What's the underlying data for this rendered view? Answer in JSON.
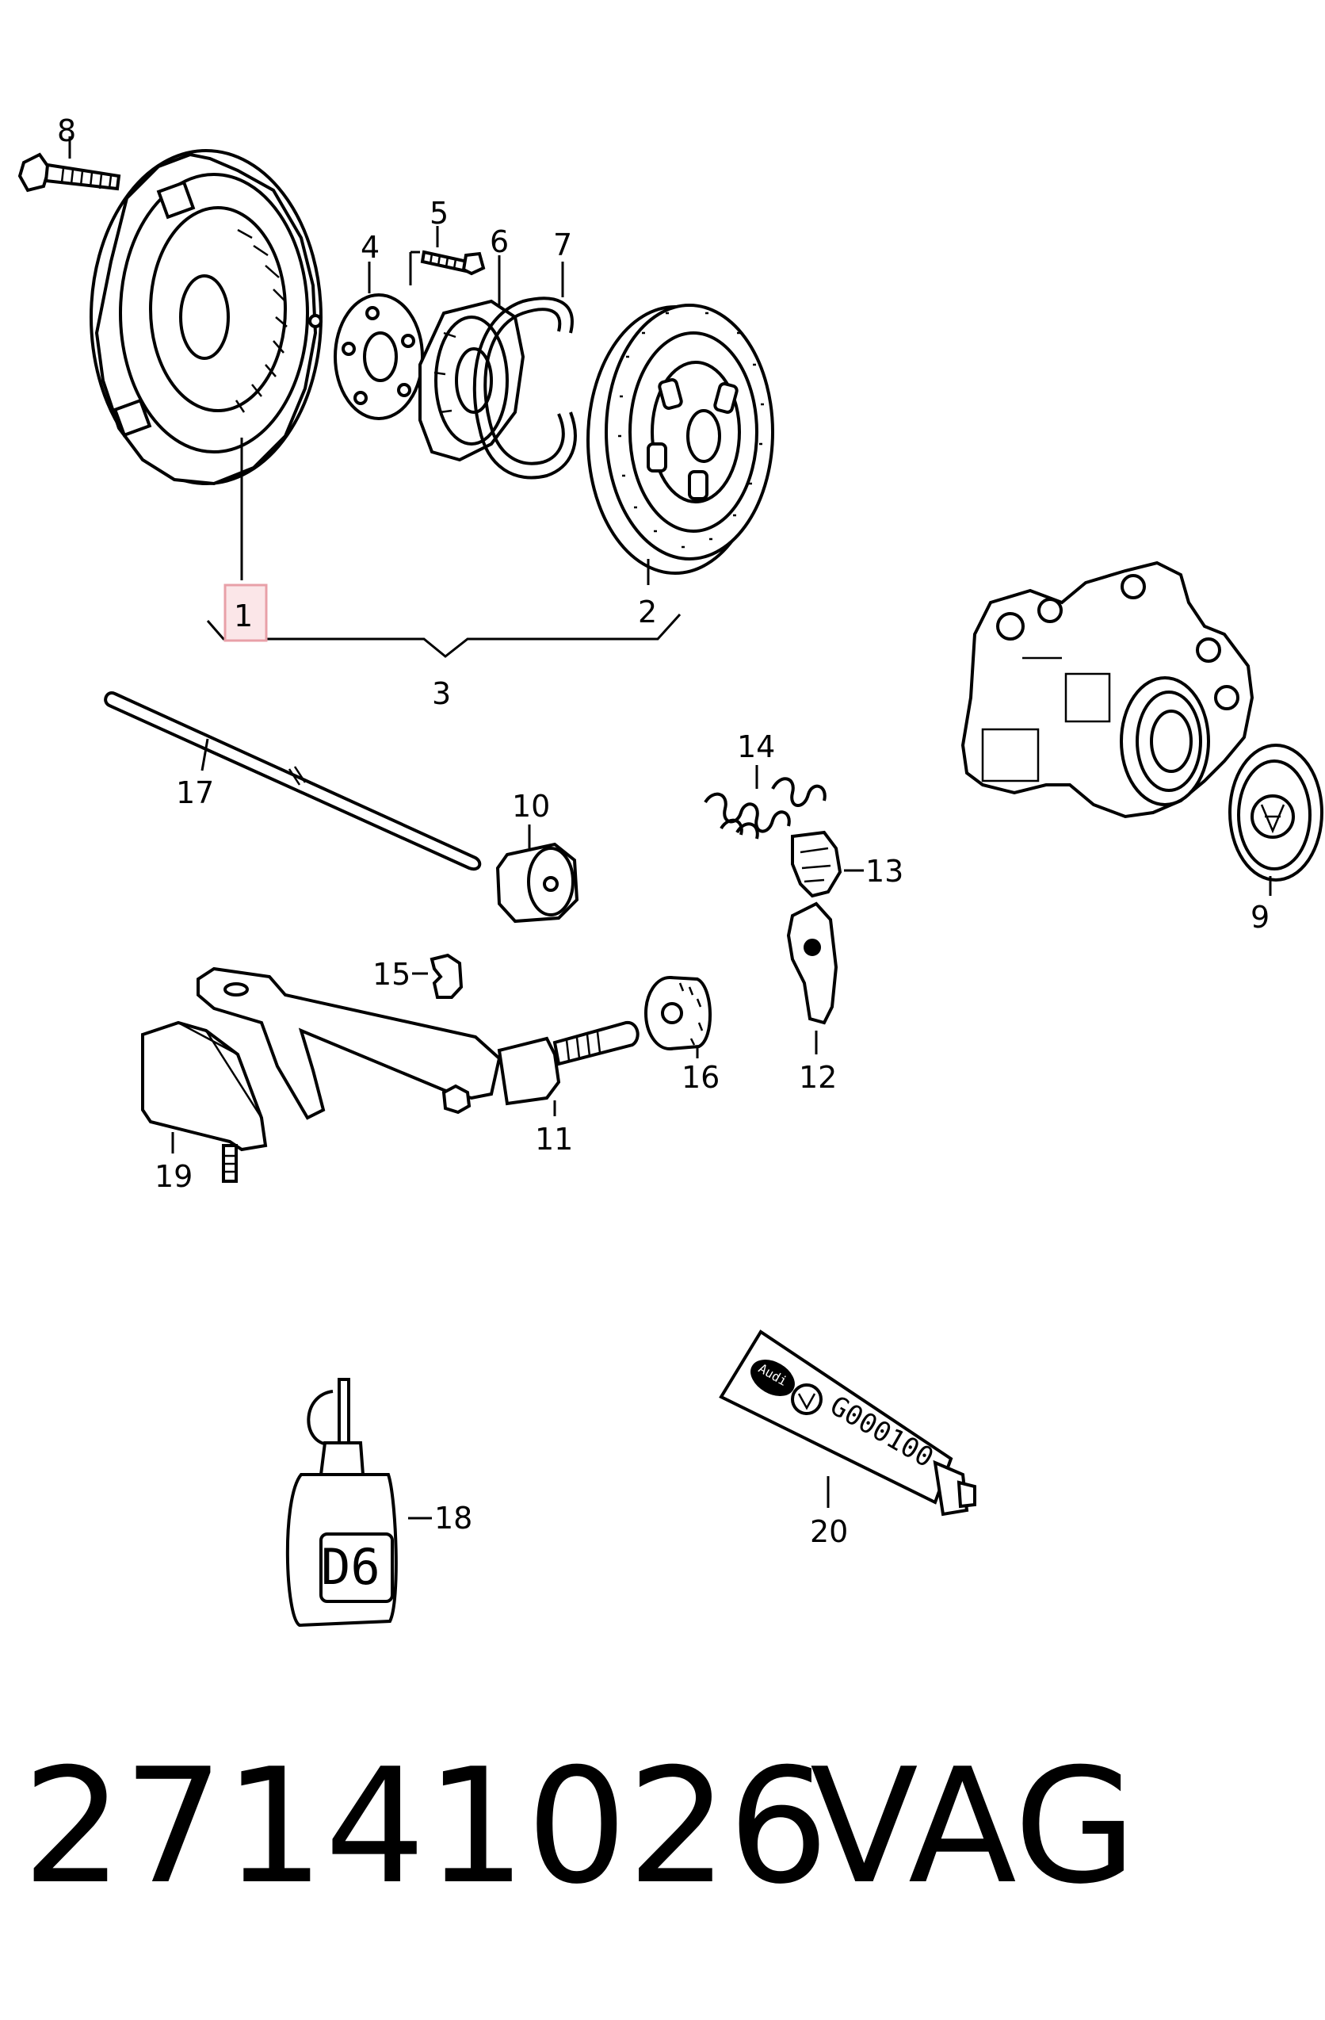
{
  "callouts": {
    "c1": "1",
    "c2": "2",
    "c3": "3",
    "c4": "4",
    "c5": "5",
    "c6": "6",
    "c7": "7",
    "c8": "8",
    "c9": "9",
    "c10": "10",
    "c11": "11",
    "c12": "12",
    "c13": "13",
    "c14": "14",
    "c15": "15",
    "c16": "16",
    "c17": "17",
    "c18": "18",
    "c19": "19",
    "c20": "20"
  },
  "highlight_color": "#e8a0a8",
  "bottle_label": "D6",
  "tube_brand": "Audi",
  "tube_code": "G000100",
  "footer": {
    "part_number": "27141026",
    "brand": "VAG"
  }
}
